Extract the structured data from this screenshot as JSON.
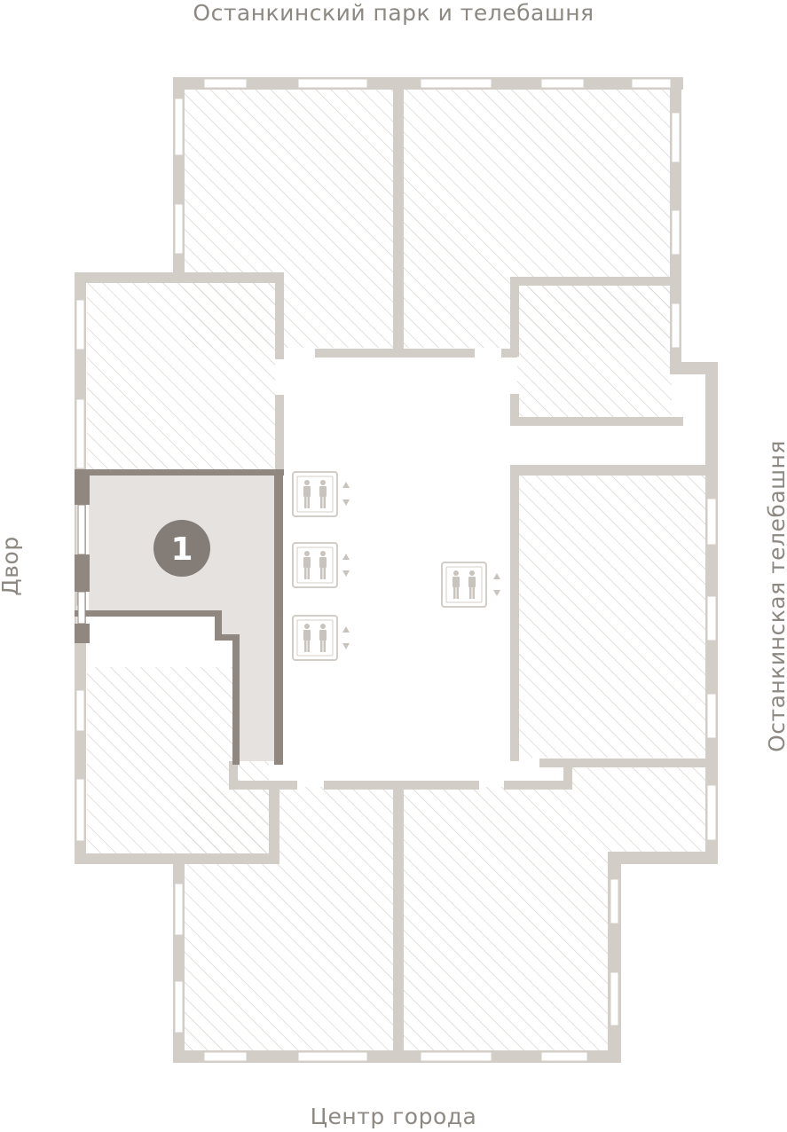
{
  "orientation_labels": {
    "top": "Останкинский парк и телебашня",
    "bottom": "Центр города",
    "left": "Двор",
    "right": "Останкинская телебашня"
  },
  "selected_unit": {
    "number": "1"
  },
  "icons": {
    "elevator": "elevator-icon",
    "arrows": "up-down-arrows-icon"
  },
  "colors": {
    "wall": "#d3cdc7",
    "hatch": "#d2cdc7",
    "selected_fill": "#e6e2df",
    "selected_wall": "#8f8780",
    "badge": "#847d77",
    "label_text": "#8d8882"
  }
}
